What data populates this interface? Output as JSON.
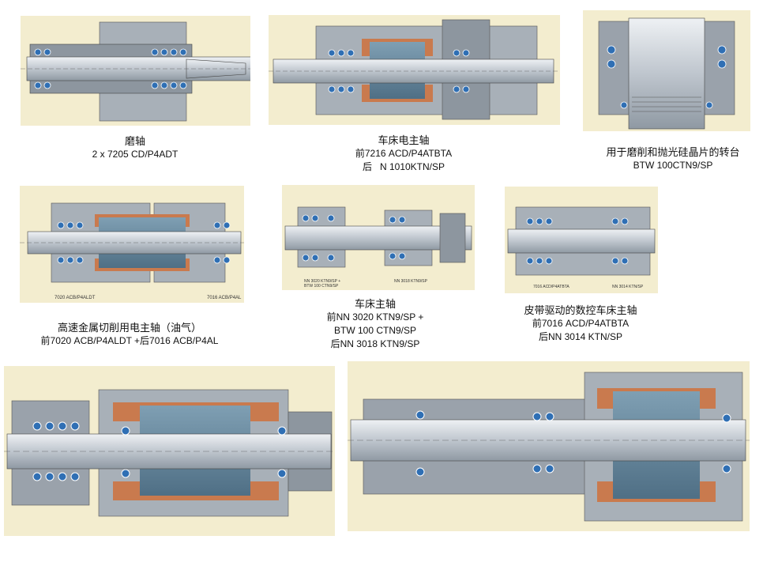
{
  "colors": {
    "panel_bg": "#f3edcf",
    "housing": "#9aa2ab",
    "housing_dark": "#6f7983",
    "shaft": "#c9cfd6",
    "bearing": "#2f6fb4",
    "winding": "#c97a4e",
    "stator": "#5d7f95"
  },
  "captions": {
    "p1": {
      "title": "磨轴",
      "l1": "2 x 7205 CD/P4ADT"
    },
    "p2": {
      "title": "车床电主轴",
      "l1": "前7216 ACD/P4ATBTA",
      "l2": "后   N 1010KTN/SP"
    },
    "p3": {
      "title": "用于磨削和抛光硅晶片的转台",
      "l1": "BTW 100CTN9/SP"
    },
    "p4": {
      "title": "高速金属切削用电主轴（油气）",
      "l1": "前7020 ACB/P4ALDT +后7016 ACB/P4AL"
    },
    "p5": {
      "title": "车床主轴",
      "l1": "前NN 3020 KTN9/SP +",
      "l2": "BTW 100 CTN9/SP",
      "l3": "后NN 3018 KTN9/SP"
    },
    "p6": {
      "title": "皮带驱动的数控车床主轴",
      "l1": "前7016 ACD/P4ATBTA",
      "l2": "后NN 3014 KTN/SP"
    }
  },
  "panel_labels": {
    "p4_left": "7020 ACB/P4ALDT",
    "p4_right": "7016 ACB/P4AL",
    "p5_left_1": "NN 3020 KTN9/SP +",
    "p5_left_2": "BTW 100 CTN9/SP",
    "p5_right": "NN 3018 KTN9/SP",
    "p6_left": "7016 ACD/P4ATBTA",
    "p6_right": "NN 3014 KTN/SP"
  }
}
